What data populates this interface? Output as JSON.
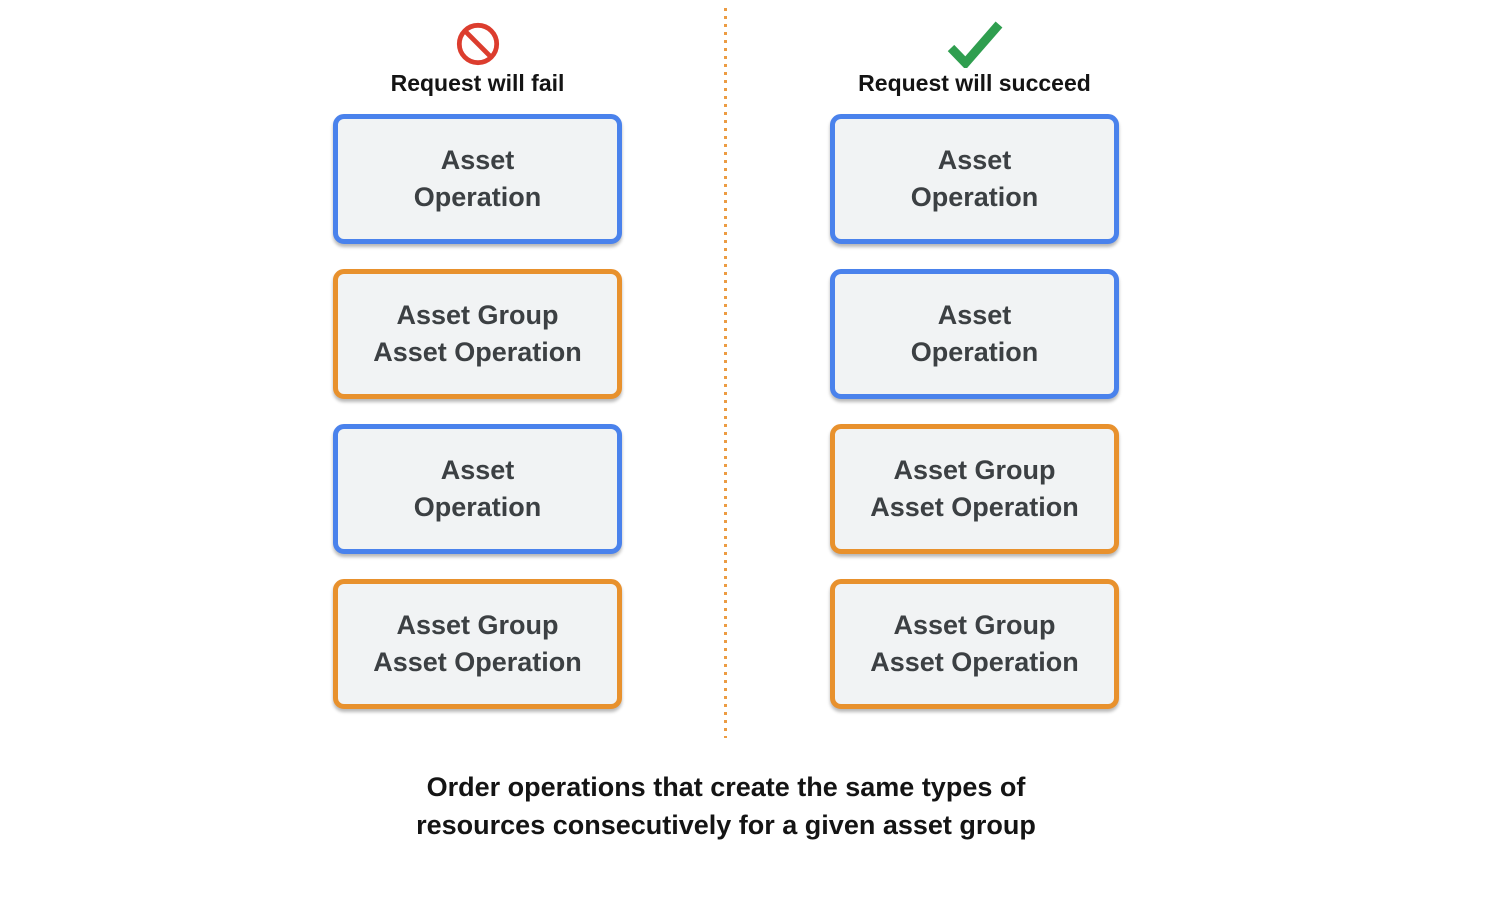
{
  "columns": [
    {
      "header": "Request will fail",
      "icon": "prohibition-icon",
      "icon_color": "#DC3D2E",
      "boxes": [
        {
          "label": "Asset\nOperation",
          "type": "asset-operation"
        },
        {
          "label": "Asset Group\nAsset Operation",
          "type": "asset-group-asset-operation"
        },
        {
          "label": "Asset\nOperation",
          "type": "asset-operation"
        },
        {
          "label": "Asset Group\nAsset Operation",
          "type": "asset-group-asset-operation"
        }
      ]
    },
    {
      "header": "Request will succeed",
      "icon": "checkmark-icon",
      "icon_color": "#2F9E4F",
      "boxes": [
        {
          "label": "Asset\nOperation",
          "type": "asset-operation"
        },
        {
          "label": "Asset\nOperation",
          "type": "asset-operation"
        },
        {
          "label": "Asset Group\nAsset Operation",
          "type": "asset-group-asset-operation"
        },
        {
          "label": "Asset Group\nAsset Operation",
          "type": "asset-group-asset-operation"
        }
      ]
    }
  ],
  "caption": "Order operations that create the same types of\nresources consecutively for a given asset group",
  "colors": {
    "box_background": "#F1F3F4",
    "box_text": "#3C4043",
    "asset_operation_border": "#4A82EC",
    "asset_group_asset_operation_border": "#E8912D",
    "divider_dots": "#EC9C43",
    "fail_icon": "#DC3D2E",
    "success_icon": "#2F9E4F"
  }
}
